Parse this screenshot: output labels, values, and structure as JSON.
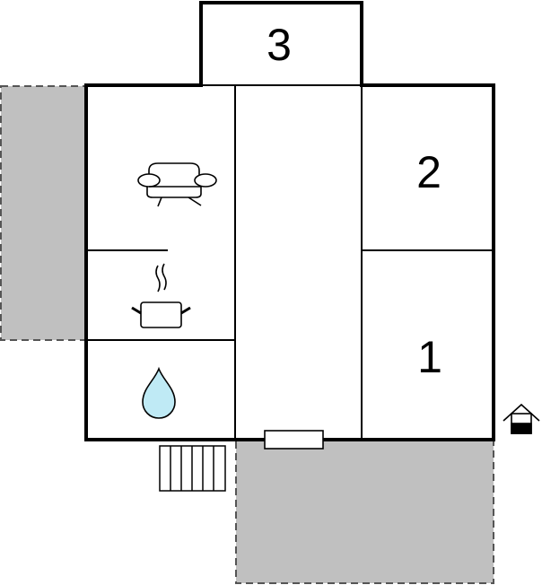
{
  "floorplan": {
    "rooms": [
      {
        "id": "bedroom-3",
        "label": "3"
      },
      {
        "id": "bedroom-2",
        "label": "2"
      },
      {
        "id": "bedroom-1",
        "label": "1"
      }
    ],
    "icons": {
      "living_room": "sofa-icon",
      "kitchen": "cooking-pot-icon",
      "bathroom": "water-drop-icon",
      "entrance": "house-entrance-icon",
      "stairs": "stairs-icon",
      "window": "window-icon"
    },
    "colors": {
      "wall": "#000000",
      "terrace": "#c0c0c0",
      "water": "#bfeaf5",
      "background": "#ffffff"
    }
  }
}
